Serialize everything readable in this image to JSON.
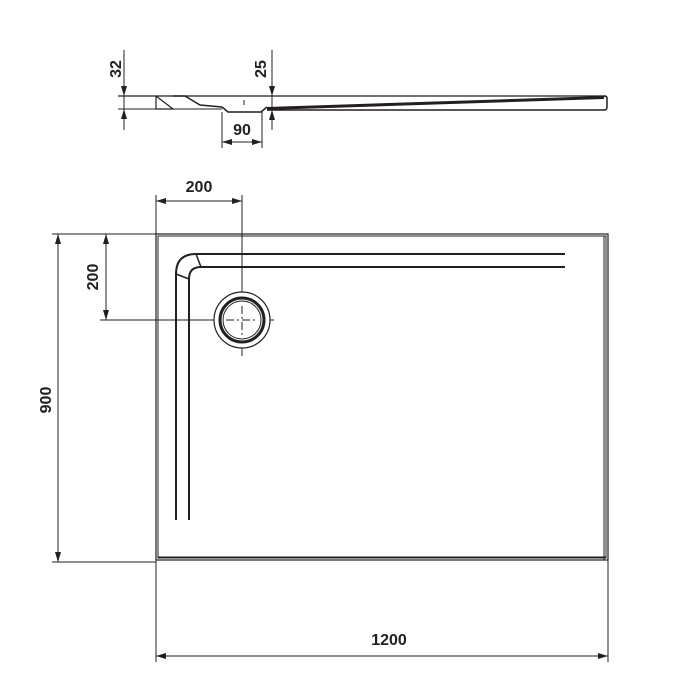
{
  "drawing": {
    "type": "shower tray technical drawing",
    "stroke_color": "#231f20",
    "background": "#ffffff",
    "side_view": {
      "dimensions": {
        "total_height": "32",
        "edge_height": "25",
        "drain_width": "90"
      }
    },
    "top_view": {
      "dimensions": {
        "drain_offset_x": "200",
        "drain_offset_y": "200",
        "width": "1200",
        "depth": "900"
      }
    }
  }
}
